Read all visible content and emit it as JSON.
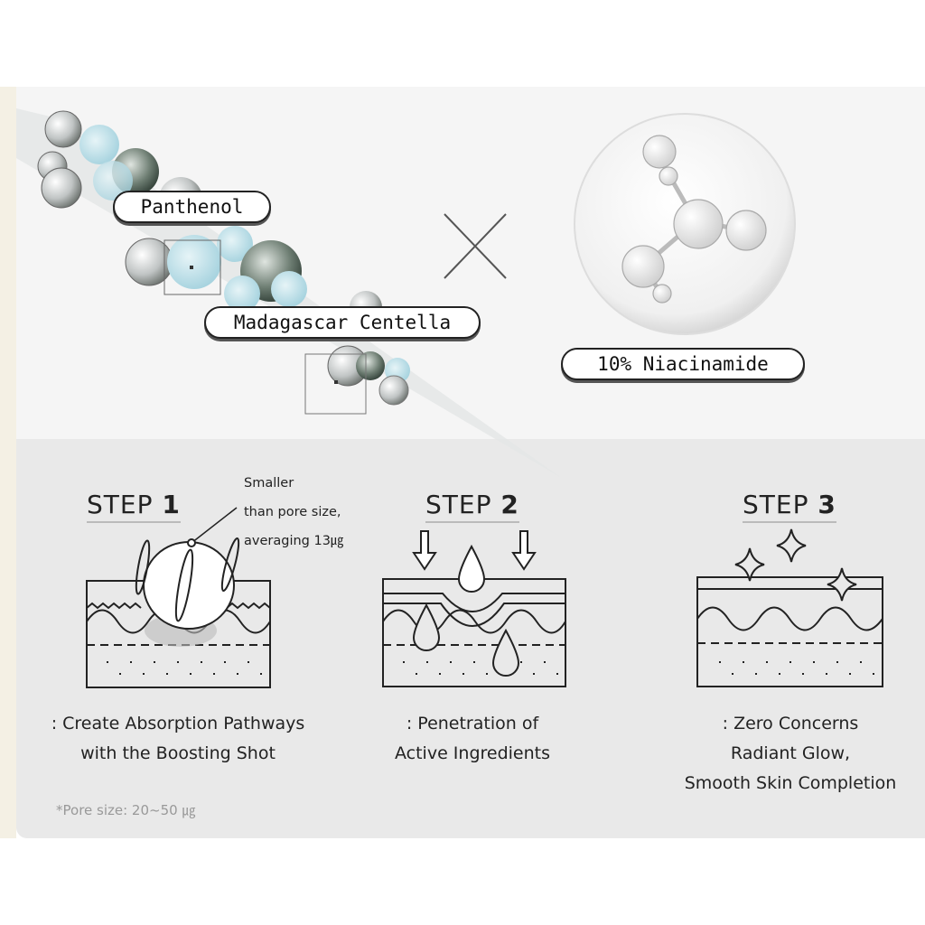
{
  "ingredients": {
    "panthenol": "Panthenol",
    "centella": "Madagascar Centella",
    "niacinamide": "10% Niacinamide"
  },
  "steps": [
    {
      "word": "STEP",
      "number": "1",
      "caption_lines": [
        ": Create Absorption Pathways",
        "with the Boosting Shot"
      ]
    },
    {
      "word": "STEP",
      "number": "2",
      "caption_lines": [
        ": Penetration of",
        "Active Ingredients"
      ]
    },
    {
      "word": "STEP",
      "number": "3",
      "caption_lines": [
        ": Zero Concerns",
        "Radiant Glow,",
        "Smooth Skin Completion"
      ]
    }
  ],
  "annotation_lines": [
    "Smaller",
    "than pore size,",
    "averaging 13㎍"
  ],
  "footnote": "*Pore size: 20~50 ㎍",
  "colors": {
    "particle_blue": "#a9d3de",
    "top_bg": "#f5f5f5",
    "bottom_bg": "#e9e9e9"
  }
}
